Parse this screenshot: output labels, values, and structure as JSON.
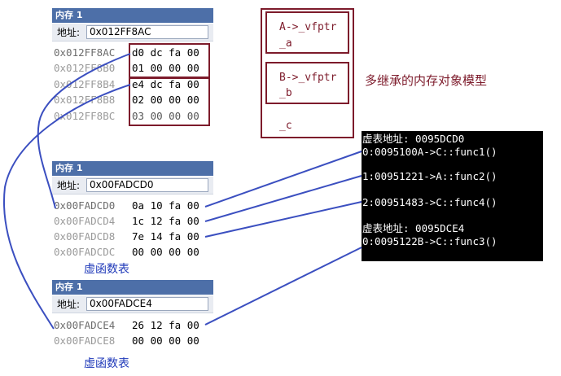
{
  "panels": [
    {
      "title": "内存 1",
      "addr_label": "地址:",
      "addr_value": "0x012FF8AC",
      "rows": [
        {
          "addr": "0x012FF8AC",
          "bytes": "d0 dc fa 00"
        },
        {
          "addr": "0x012FF8B0",
          "bytes": "01 00 00 00"
        },
        {
          "addr": "0x012FF8B4",
          "bytes": "e4 dc fa 00"
        },
        {
          "addr": "0x012FF8B8",
          "bytes": "02 00 00 00"
        },
        {
          "addr": "0x012FF8BC",
          "bytes": "03 00 00 00"
        }
      ]
    },
    {
      "title": "内存 1",
      "addr_label": "地址:",
      "addr_value": "0x00FADCD0",
      "rows": [
        {
          "addr": "0x00FADCD0",
          "bytes": "0a 10 fa 00"
        },
        {
          "addr": "0x00FADCD4",
          "bytes": "1c 12 fa 00"
        },
        {
          "addr": "0x00FADCD8",
          "bytes": "7e 14 fa 00"
        },
        {
          "addr": "0x00FADCDC",
          "bytes": "00 00 00 00"
        }
      ]
    },
    {
      "title": "内存 1",
      "addr_label": "地址:",
      "addr_value": "0x00FADCE4",
      "rows": [
        {
          "addr": "0x00FADCE4",
          "bytes": "26 12 fa 00"
        },
        {
          "addr": "0x00FADCE8",
          "bytes": "00 00 00 00"
        }
      ]
    }
  ],
  "captions": {
    "vtable1": "虚函数表",
    "vtable2": "虚函数表"
  },
  "object_model": {
    "title": "多继承的内存对象模型",
    "cells": [
      {
        "line1": "A->_vfptr",
        "line2": "_a"
      },
      {
        "line1": "B->_vfptr",
        "line2": "_b"
      },
      {
        "line1": "_c",
        "line2": ""
      }
    ]
  },
  "console": {
    "lines": [
      "虚表地址: 0095DCD0",
      "0:0095100A->C::func1()",
      "1:00951221->A::func2()",
      "2:00951483->C::func4()",
      "虚表地址: 0095DCE4",
      "0:0095122B->C::func3()"
    ]
  },
  "colors": {
    "frame": "#7d1b2b",
    "arrow": "#3b4fc0",
    "console_bg": "#000000",
    "panel_title": "#4d6fa8"
  }
}
